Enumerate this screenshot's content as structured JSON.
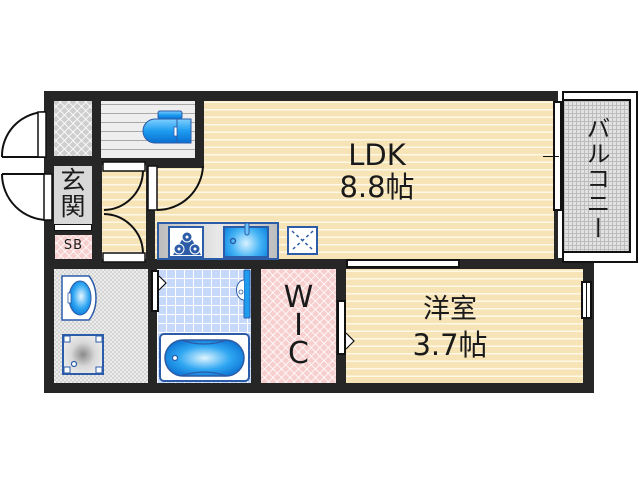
{
  "floor_plan": {
    "rooms": {
      "ldk": {
        "name": "LDK",
        "size": "8.8帖"
      },
      "western_room": {
        "name": "洋室",
        "size": "3.7帖"
      },
      "wic": {
        "line1": "W",
        "line2": "I",
        "line3": "C"
      },
      "entrance": {
        "line1": "玄",
        "line2": "関"
      },
      "shoe_box": {
        "label": "SB"
      },
      "balcony": {
        "label": "バルコニー"
      }
    },
    "colors": {
      "wall": "#262626",
      "floor": "#f6e3b6",
      "wic_floor": "#f8cfcf",
      "bath_tile": "#c6d9fb",
      "fixture_blue": "#2a8de0",
      "fixture_outline": "#2c5ca8"
    },
    "fixtures": [
      "toilet",
      "kitchen-stove",
      "kitchen-sink",
      "refrigerator-space",
      "washbasin",
      "washing-machine-pan",
      "bathtub"
    ]
  }
}
